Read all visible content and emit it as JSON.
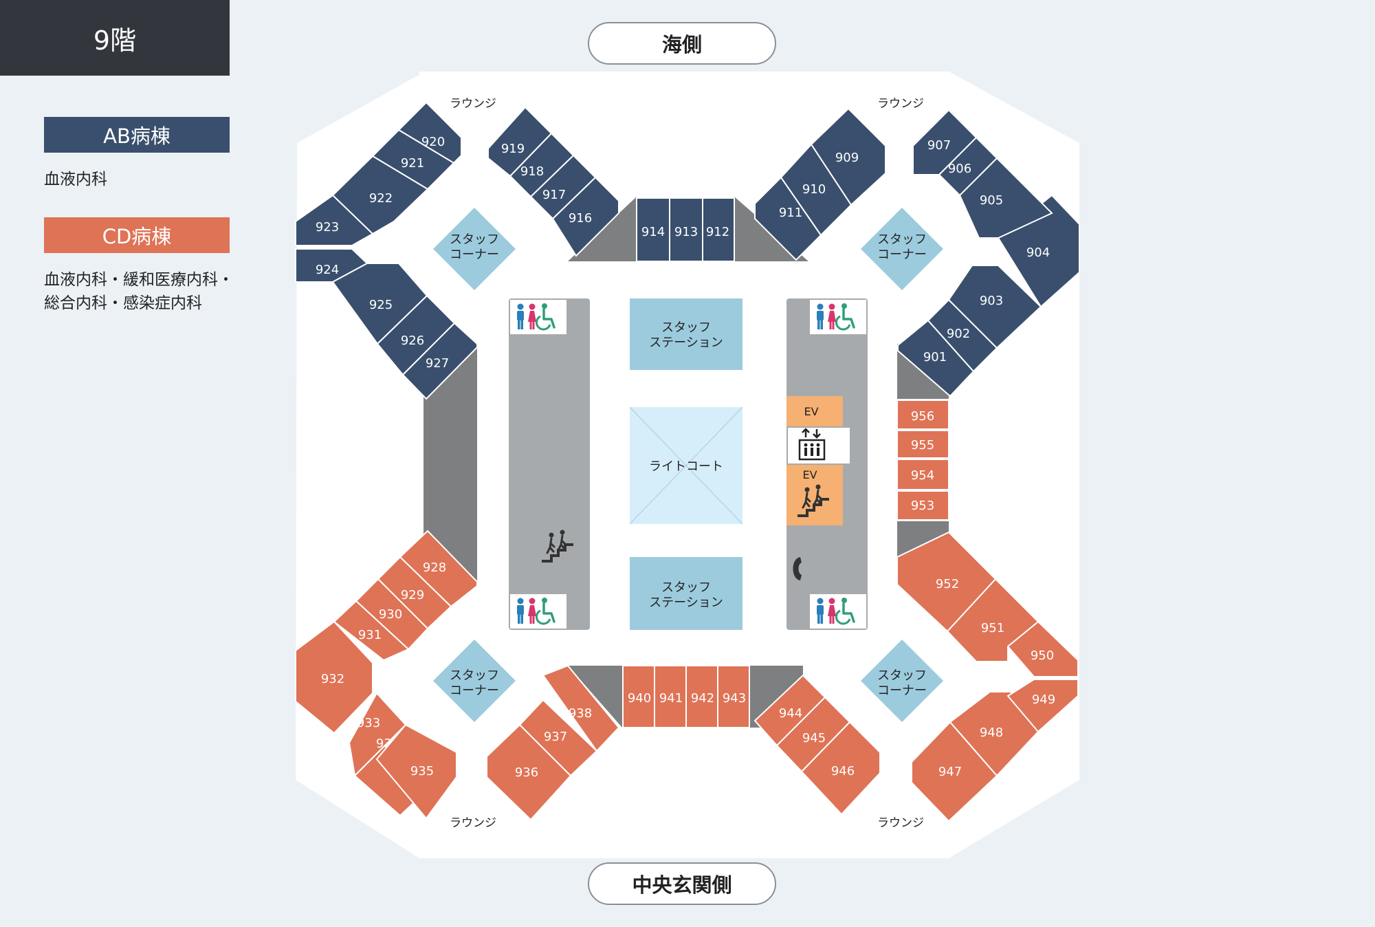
{
  "floor": {
    "label": "9階"
  },
  "legend": {
    "ab": {
      "label": "AB病棟",
      "description": "血液内科",
      "color": "#394f6d"
    },
    "cd": {
      "label": "CD病棟",
      "line1": "血液内科・緩和医療内科・",
      "line2": "総合内科・感染症内科",
      "color": "#df7356"
    }
  },
  "orientation": {
    "top": "海側",
    "bottom": "中央玄関側"
  },
  "labels": {
    "lounge": "ラウンジ",
    "staff_corner_line1": "スタッフ",
    "staff_corner_line2": "コーナー",
    "staff_station_line1": "スタッフ",
    "staff_station_line2": "ステーション",
    "light_court": "ライトコート",
    "ev": "EV"
  },
  "icons": [
    "restroom-icon",
    "wheelchair-icon",
    "stairs-icon",
    "elevator-icon",
    "phone-icon"
  ],
  "colors": {
    "corridor_gray": "#a7aaad",
    "stair_gray": "#7e7f80",
    "staff_blue": "#9ccbdd",
    "light_court": "#d6eefa",
    "ev_orange": "#f5b072"
  },
  "rooms": {
    "ab": [
      "901",
      "902",
      "903",
      "904",
      "905",
      "906",
      "907",
      "909",
      "910",
      "911",
      "912",
      "913",
      "914",
      "916",
      "917",
      "918",
      "919",
      "920",
      "921",
      "922",
      "923",
      "924",
      "925",
      "926",
      "927"
    ],
    "cd": [
      "928",
      "929",
      "930",
      "931",
      "932",
      "933",
      "934",
      "935",
      "936",
      "937",
      "938",
      "940",
      "941",
      "942",
      "943",
      "944",
      "945",
      "946",
      "947",
      "948",
      "949",
      "950",
      "951",
      "952",
      "953",
      "954",
      "955",
      "956"
    ]
  }
}
